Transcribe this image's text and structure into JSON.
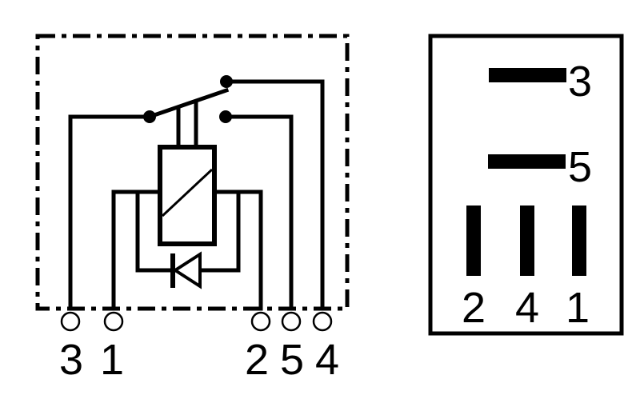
{
  "schematic": {
    "terminals": [
      {
        "id": "3",
        "label": "3"
      },
      {
        "id": "1",
        "label": "1"
      },
      {
        "id": "2",
        "label": "2"
      },
      {
        "id": "5",
        "label": "5"
      },
      {
        "id": "4",
        "label": "4"
      }
    ]
  },
  "pinout": {
    "pins": [
      {
        "label": "3"
      },
      {
        "label": "5"
      },
      {
        "label": "2"
      },
      {
        "label": "4"
      },
      {
        "label": "1"
      }
    ]
  },
  "colors": {
    "line": "#000000",
    "background": "#ffffff"
  }
}
